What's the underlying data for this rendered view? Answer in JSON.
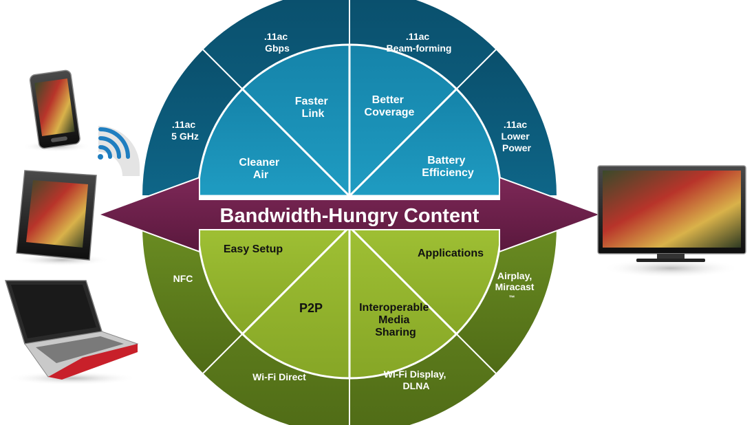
{
  "center_banner": "Bandwidth-Hungry Content",
  "top_inner": [
    [
      "Cleaner",
      "Air"
    ],
    [
      "Faster",
      "Link"
    ],
    [
      "Better",
      "Coverage"
    ],
    [
      "Battery",
      "Efficiency"
    ]
  ],
  "top_outer": [
    [
      ".11ac",
      "5 GHz"
    ],
    [
      ".11ac",
      "Gbps"
    ],
    [
      ".11ac",
      "Beam-forming"
    ],
    [
      ".11ac",
      "Lower",
      "Power"
    ]
  ],
  "bottom_inner": [
    [
      "Easy Setup"
    ],
    [
      "P2P"
    ],
    [
      "Interoperable",
      "Media",
      "Sharing"
    ],
    [
      "Applications"
    ]
  ],
  "bottom_outer": [
    [
      "NFC"
    ],
    [
      "Wi-Fi Direct"
    ],
    [
      "Wi-Fi Display,",
      "DLNA"
    ],
    [
      "Airplay,",
      "Miracast",
      "™"
    ]
  ],
  "devices": [
    "smartphone-icon",
    "wifi-signal-icon",
    "tablet-icon",
    "laptop-icon",
    "television-icon"
  ],
  "colors": {
    "top_outer": "#0b5a78",
    "top_inner": "#1a8bb0",
    "bottom_outer": "#5b7a1c",
    "bottom_inner": "#8fb02a",
    "banner": "#6b1f4a"
  }
}
